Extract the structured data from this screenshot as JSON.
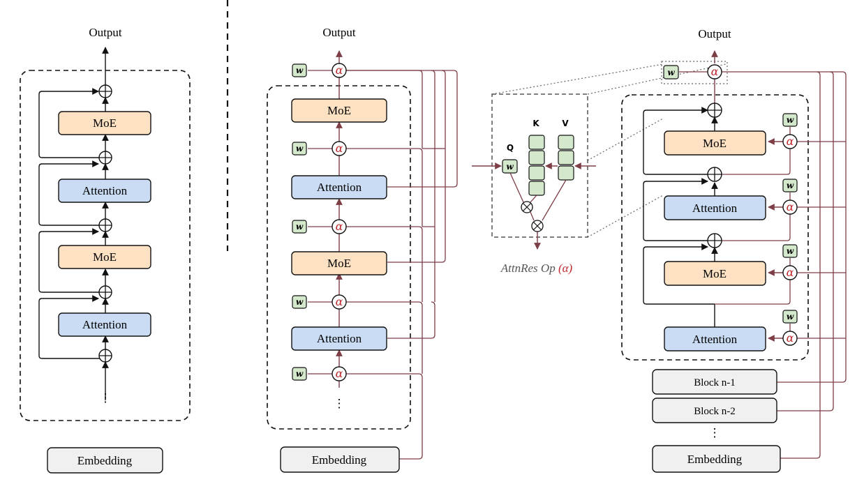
{
  "colors": {
    "moe_fill": "#fde1c3",
    "attention_fill": "#c9dcf3",
    "neutral_fill": "#f0f0f0",
    "w_fill": "#d4e8cc",
    "kv_fill": "#d4e8cc",
    "residual_line": "#7d3e46",
    "alpha_color": "#c0282d",
    "black": "#111111"
  },
  "panel1": {
    "output_label": "Output",
    "blocks": [
      "MoE",
      "Attention",
      "MoE",
      "Attention"
    ],
    "ellipsis": "⋮",
    "embedding_label": "Embedding"
  },
  "panel2": {
    "output_label": "Output",
    "blocks": [
      "MoE",
      "Attention",
      "MoE",
      "Attention"
    ],
    "w_symbol": "w",
    "alpha_symbol": "α",
    "ellipsis": "⋮",
    "embedding_label": "Embedding"
  },
  "op": {
    "q_label": "Q",
    "k_label": "K",
    "v_label": "V",
    "w_symbol": "w",
    "multiply_symbol": "⊗",
    "caption": "AttnRes Op",
    "caption_alpha": "(α)"
  },
  "panel3": {
    "output_label": "Output",
    "blocks": [
      "MoE",
      "Attention",
      "MoE",
      "Attention"
    ],
    "w_symbol": "w",
    "alpha_symbol": "α",
    "prev_blocks": [
      "Block n-1",
      "Block n-2"
    ],
    "ellipsis": "⋮",
    "embedding_label": "Embedding"
  }
}
